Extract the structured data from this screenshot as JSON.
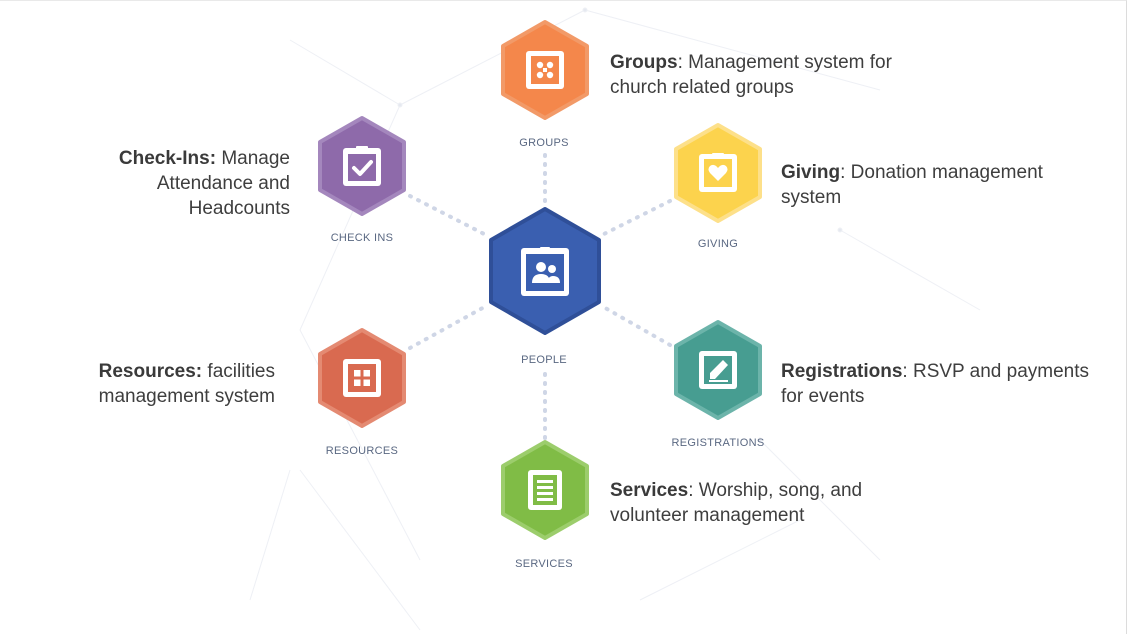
{
  "hub": {
    "label": "PEOPLE",
    "color": "#3a5fb0",
    "icon": "people-card-icon"
  },
  "modules": [
    {
      "key": "groups",
      "label": "GROUPS",
      "color": "#f4874b",
      "icon": "groups-grid-icon",
      "desc_title": "Groups",
      "desc_sep": ":",
      "desc_text": " Management system for church related groups"
    },
    {
      "key": "checkins",
      "label": "CHECK INS",
      "color": "#8e6aaa",
      "icon": "checkbox-icon",
      "desc_title": "Check-Ins:",
      "desc_sep": "",
      "desc_text": " Manage Attendance and Headcounts"
    },
    {
      "key": "giving",
      "label": "GIVING",
      "color": "#fcd34d",
      "icon": "heart-icon",
      "desc_title": "Giving",
      "desc_sep": ":",
      "desc_text": " Donation management system"
    },
    {
      "key": "resources",
      "label": "RESOURCES",
      "color": "#d96a50",
      "icon": "resources-grid-icon",
      "desc_title": "Resources:",
      "desc_sep": "",
      "desc_text": " facilities management system"
    },
    {
      "key": "registrations",
      "label": "REGISTRATIONS",
      "color": "#479d91",
      "icon": "pencil-square-icon",
      "desc_title": "Registrations",
      "desc_sep": ":",
      "desc_text": " RSVP and payments for events"
    },
    {
      "key": "services",
      "label": "SERVICES",
      "color": "#80bc46",
      "icon": "list-sheet-icon",
      "desc_title": "Services",
      "desc_sep": ":",
      "desc_text": " Worship, song, and volunteer management"
    }
  ]
}
